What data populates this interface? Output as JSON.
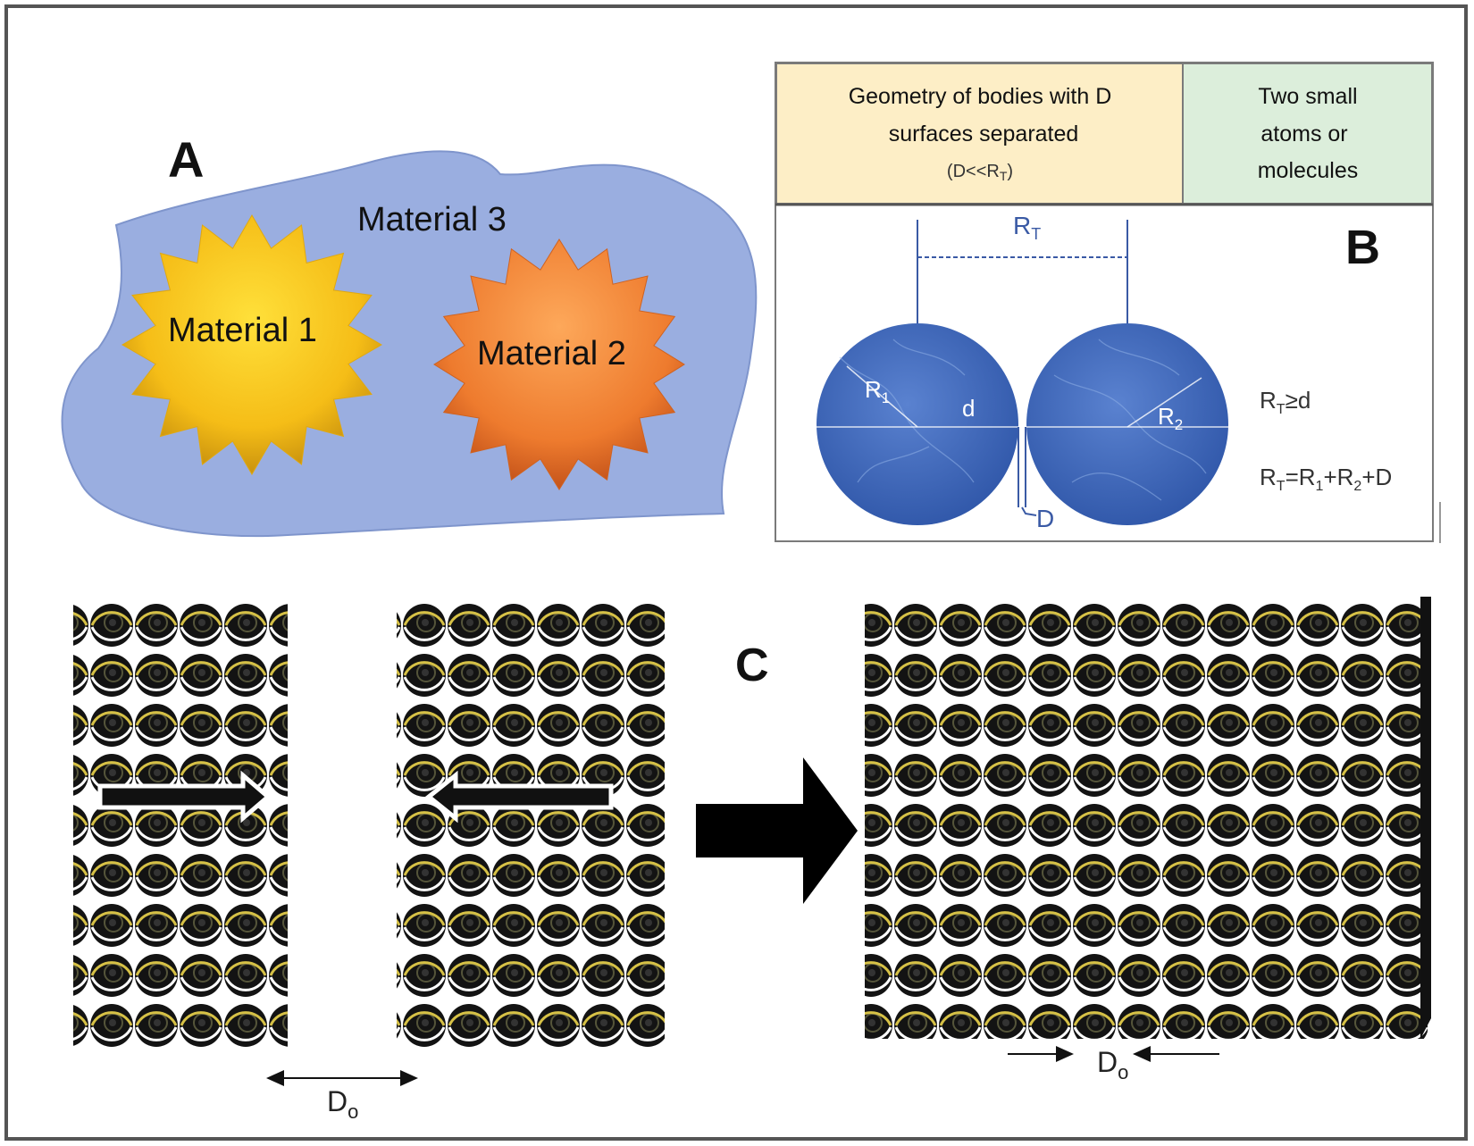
{
  "panel_a": {
    "letter": "A",
    "medium_label": "Material 3",
    "body1_label": "Material 1",
    "body2_label": "Material 2",
    "colors": {
      "medium": "#9aaee0",
      "body1": "#f6c21c",
      "body2": "#ee7b2e"
    }
  },
  "panel_b": {
    "letter": "B",
    "header_left": [
      "Geometry of bodies with D",
      "surfaces separated",
      "(D<<R",
      "T",
      ")"
    ],
    "header_right": [
      "Two small",
      "atoms or",
      "molecules"
    ],
    "rt_label": "R",
    "rt_sub": "T",
    "r1_label": "R",
    "r1_sub": "1",
    "r2_label": "R",
    "r2_sub": "2",
    "d_small": "d",
    "gap_label": "D",
    "eq1": [
      "R",
      "T",
      "≥d"
    ],
    "eq2": [
      "R",
      "T",
      "=R",
      "1",
      "+R",
      "2",
      "+D"
    ],
    "colors": {
      "header_left": "#fdeec6",
      "header_right": "#dceedb",
      "sphere": "#3b62b5",
      "line": "#3a5aa5"
    }
  },
  "panel_c": {
    "letter": "C",
    "gap_left": [
      "D",
      "o"
    ],
    "gap_right": [
      "D",
      "o"
    ],
    "colors": {
      "particle": "#111111",
      "ring_yellow": "#d6c146",
      "ring_white": "#ffffff"
    }
  }
}
